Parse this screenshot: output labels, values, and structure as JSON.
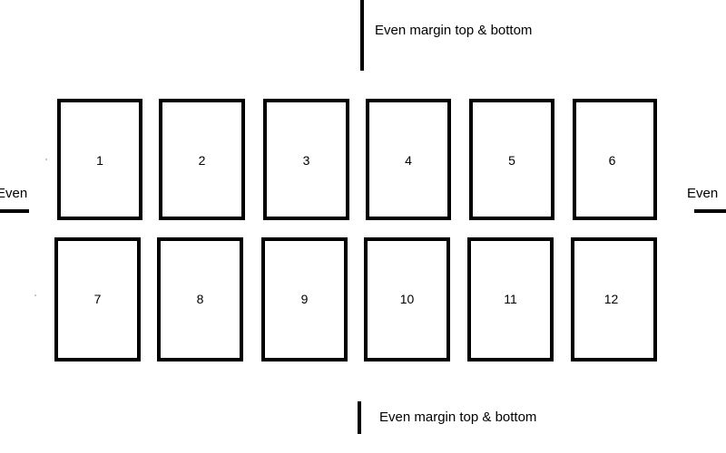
{
  "annotations": {
    "top": "Even margin top & bottom",
    "bottom": "Even margin top & bottom",
    "left": "Even",
    "right": "Even"
  },
  "grid": {
    "rows": [
      {
        "cells": [
          "1",
          "2",
          "3",
          "4",
          "5",
          "6"
        ]
      },
      {
        "cells": [
          "7",
          "8",
          "9",
          "10",
          "11",
          "12"
        ]
      }
    ]
  },
  "colors": {
    "stroke": "#000000",
    "background": "#ffffff",
    "dot": "#c9c9c9"
  }
}
